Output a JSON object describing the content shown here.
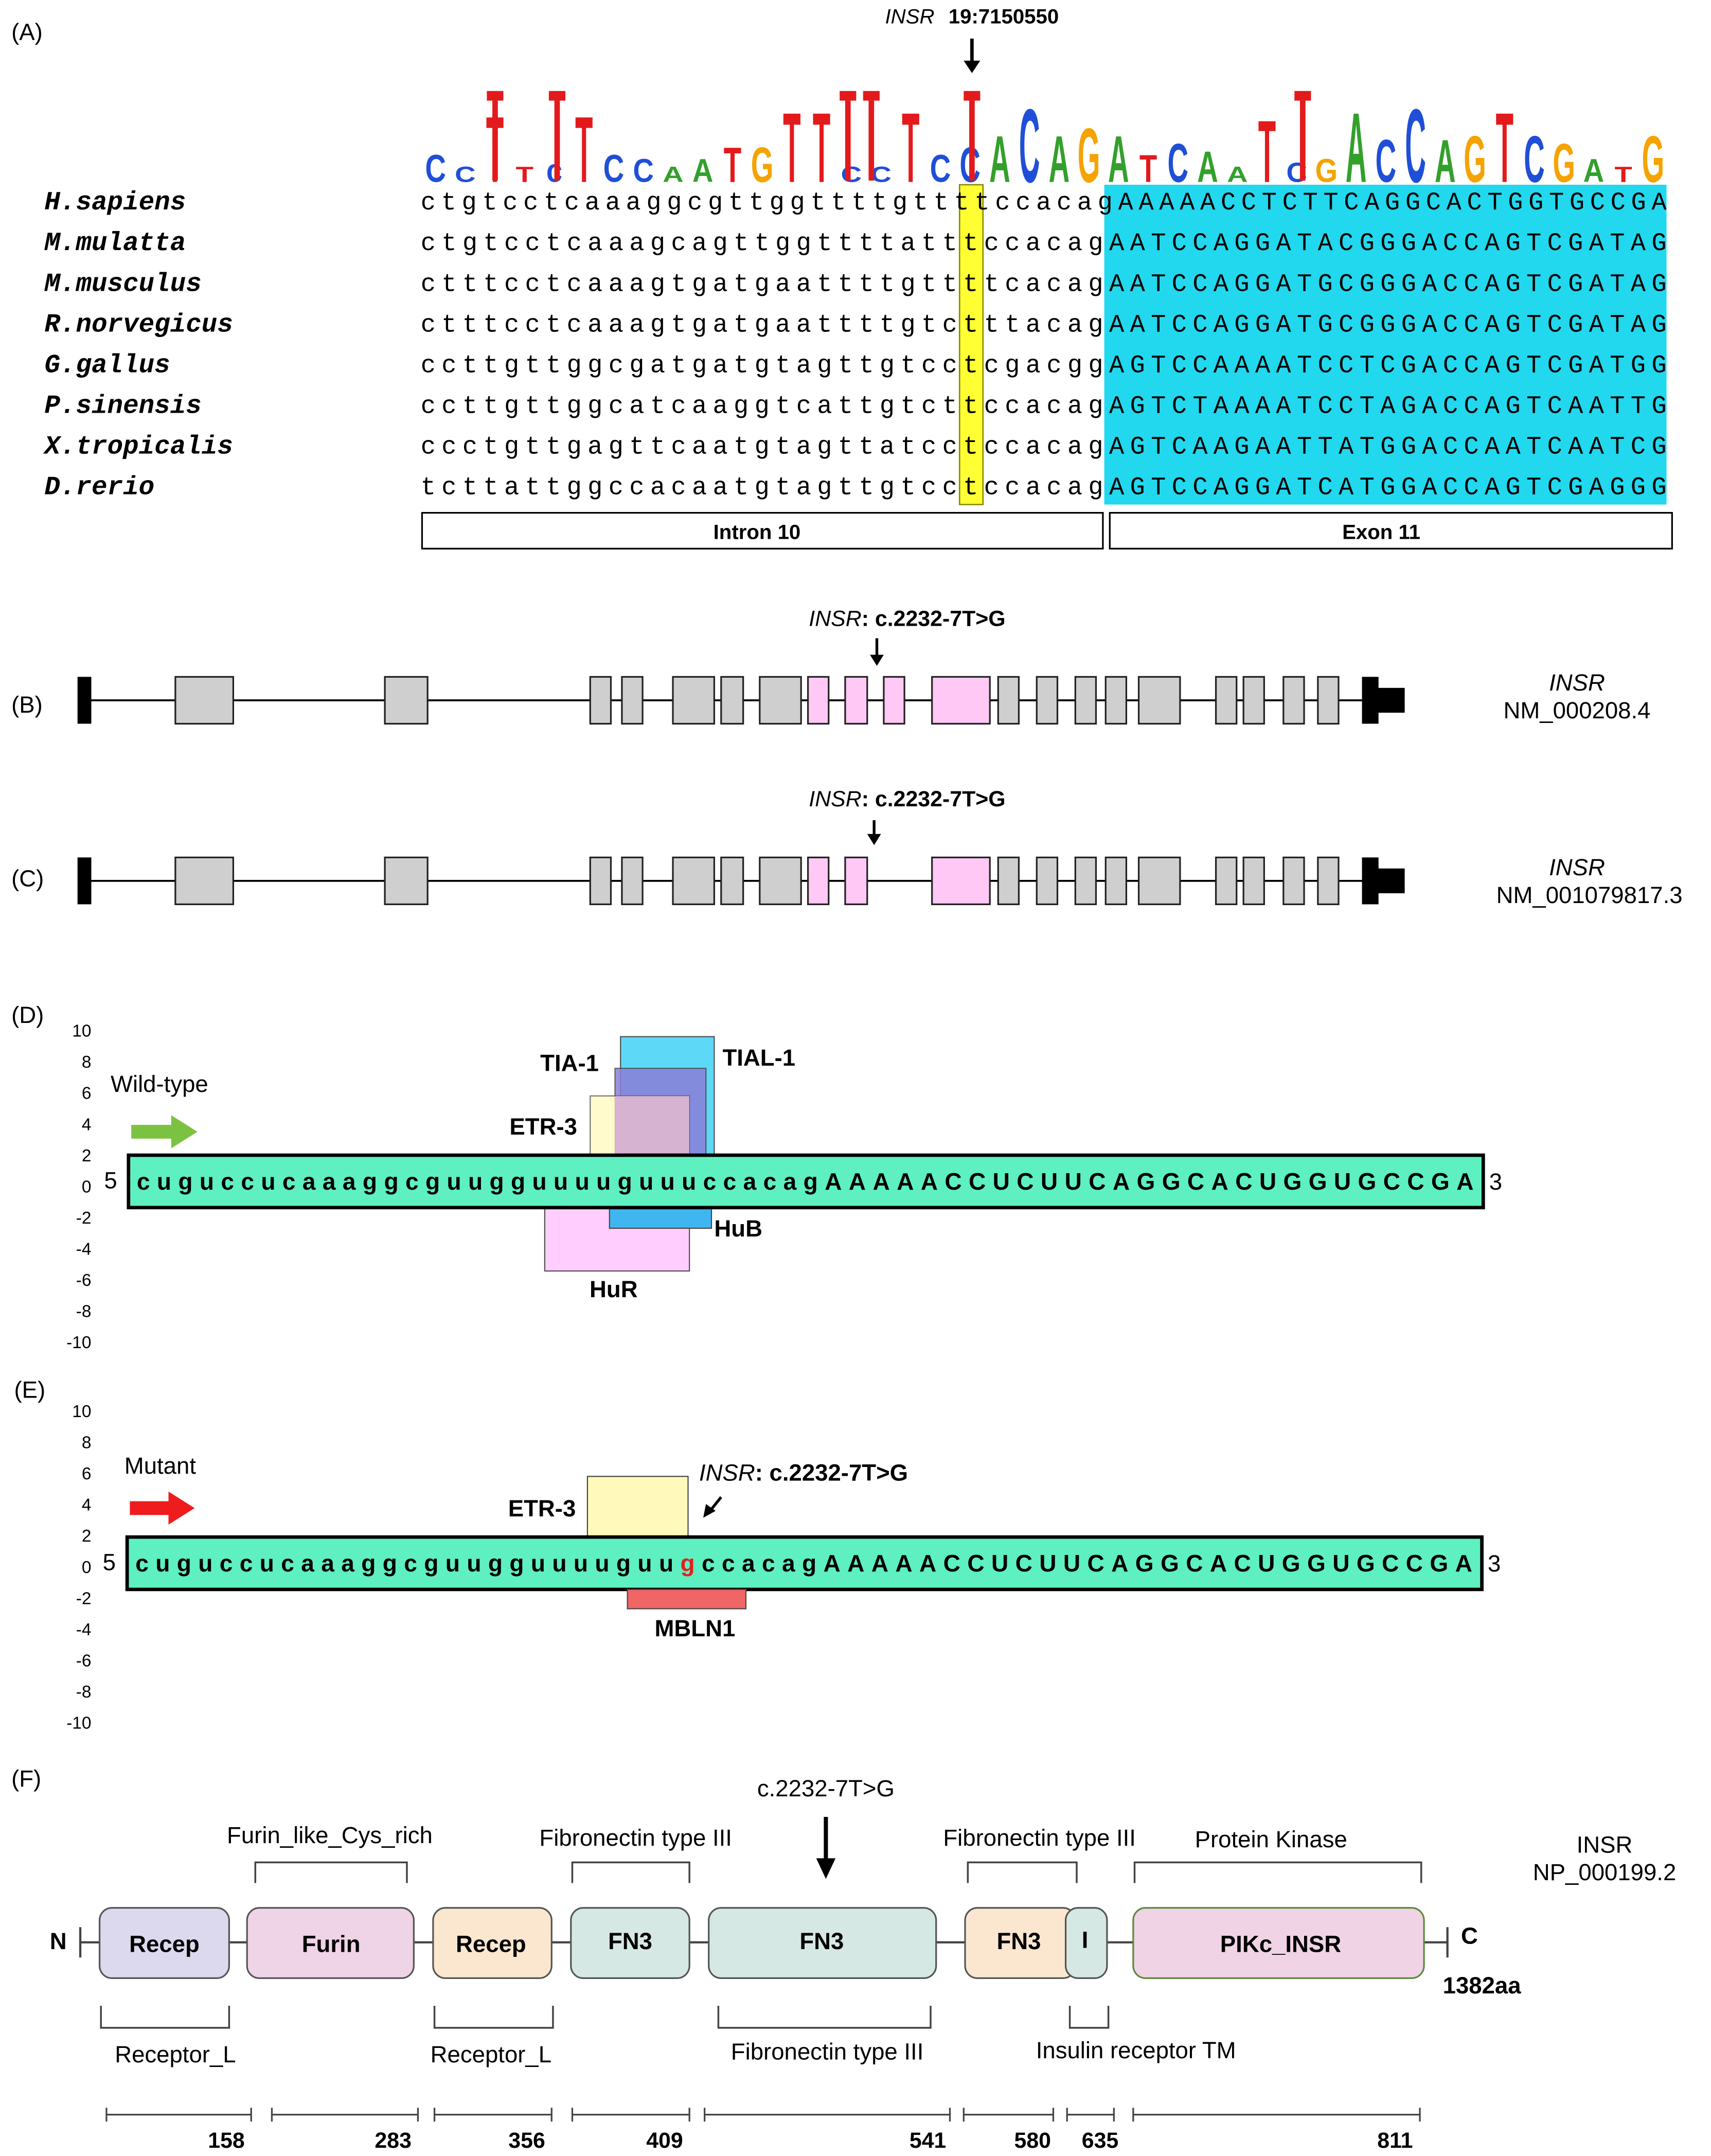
{
  "panels": {
    "A": {
      "label": "(A)",
      "gene": "INSR",
      "position": "19:7150550",
      "logo_letters": [
        "C",
        "C",
        "T",
        "T",
        "c",
        "T",
        "C",
        "C",
        "A",
        "A",
        "T",
        "G",
        "T",
        "T",
        "C",
        "C",
        "T",
        "C",
        "C",
        "A",
        "C",
        "A",
        "G",
        "A",
        "T",
        "C",
        "A",
        "A",
        "T",
        "C",
        "G",
        "A",
        "C",
        "C",
        "A",
        "G",
        "T",
        "C",
        "G",
        "A",
        "T",
        "G"
      ],
      "species": [
        {
          "name": "H.sapiens",
          "intron": "ctgtcctcaaaggcgttggtttt",
          "intron_mid": "gttt",
          "site": "t",
          "intron_tail": "ccacag",
          "exon": "AAAAACCTCTTCAGGCACTGGTGCCGA"
        },
        {
          "name": "M.mulatta",
          "intron": "ctgtcctcaaagcagttggttt",
          "intron_mid": "tatt",
          "site": "t",
          "intron_tail": "ccacag",
          "exon": "AATCCAGGATACGGGACCAGTCGATAG"
        },
        {
          "name": "M.musculus",
          "intron": "ctttcctcaaagtgatgaattt",
          "intron_mid": "tgtt",
          "site": "t",
          "intron_tail": "tcacag",
          "exon": "AATCCAGGATGCGGGACCAGTCGATAG"
        },
        {
          "name": "R.norvegicus",
          "intron": "ctttcctcaaagtgatgaattt",
          "intron_mid": "tgtc",
          "site": "t",
          "intron_tail": "ttacag",
          "exon": "AATCCAGGATGCGGGACCAGTCGATAG"
        },
        {
          "name": "G.gallus",
          "intron": "ccttgttggcgatgatgtagtt",
          "intron_mid": "gtcc",
          "site": "t",
          "intron_tail": "cgacgg",
          "exon": "AGTCCAAAATCCTCGACCAGTCGATGG"
        },
        {
          "name": "P.sinensis",
          "intron": "ccttgttggcatcaaggtcatt",
          "intron_mid": "gtct",
          "site": "t",
          "intron_tail": "ccacag",
          "exon": "AGTCTAAAATCCTAGACCAGTCAATTG"
        },
        {
          "name": "X.tropicalis",
          "intron": "ccctgttgagttcaatgtagtt",
          "intron_mid": "atcc",
          "site": "t",
          "intron_tail": "ccacag",
          "exon": "AGTCAAGAATTATGGACCAATCAATCG"
        },
        {
          "name": "D.rerio",
          "intron": "tcttattggccacaatgtagtt",
          "intron_mid": "gtcc",
          "site": "t",
          "intron_tail": "ccacag",
          "exon": "AGTCCAGGATCATGGACCAGTCGAGGG"
        }
      ],
      "intron_label": "Intron 10",
      "exon_label": "Exon 11"
    },
    "B": {
      "label": "(B)",
      "variant_gene": "INSR",
      "variant": ": c.2232-7T>G",
      "gene": "INSR",
      "transcript": "NM_000208.4"
    },
    "C": {
      "label": "(C)",
      "variant_gene": "INSR",
      "variant": ": c.2232-7T>G",
      "gene": "INSR",
      "transcript": "NM_001079817.3"
    },
    "D": {
      "label": "(D)",
      "y_ticks": [
        "10",
        "8",
        "6",
        "4",
        "2",
        "0",
        "-2",
        "-4",
        "-6",
        "-8",
        "-10"
      ],
      "arrow_label": "Wild-type",
      "end5": "5",
      "end3": "3",
      "seq_intron": "cuguccucaaaggcguugguuuuguuuccacag",
      "seq_exon": "AAAAACCUCUUCAGGCACUGGUGCCGA",
      "proteins": [
        "TIA-1",
        "TIAL-1",
        "ETR-3",
        "HuB",
        "HuR"
      ],
      "colors": {
        "seq_fill": "#5ef0c1",
        "arrow": "#7cc242"
      }
    },
    "E": {
      "label": "(E)",
      "y_ticks": [
        "10",
        "8",
        "6",
        "4",
        "2",
        "0",
        "-2",
        "-4",
        "-6",
        "-8",
        "-10"
      ],
      "arrow_label": "Mutant",
      "end5": "5",
      "end3": "3",
      "seq_before": "cuguccucaaaggcguugguuuuguu",
      "seq_mut": "g",
      "seq_after_intron": "ccacag",
      "seq_exon": "AAAAACCUCUUCAGGCACUGGUGCCGA",
      "variant_gene": "INSR",
      "variant": ": c.2232-7T>G",
      "proteins": [
        "ETR-3",
        "MBLN1"
      ],
      "colors": {
        "arrow": "#ee1c1c",
        "mut": "#e0201f"
      }
    },
    "F": {
      "label": "(F)",
      "variant": "c.2232-7T>G",
      "protein": "INSR",
      "accession": "NP_000199.2",
      "n_term": "N",
      "c_term": "C",
      "length": "1382aa",
      "top_labels": [
        "Furin_like_Cys_rich",
        "Fibronectin type III",
        "Fibronectin type III",
        "Protein Kinase"
      ],
      "domains": [
        "Recep",
        "Furin",
        "Recep",
        "FN3",
        "FN3",
        "FN3",
        "I",
        "PIKc_INSR"
      ],
      "bottom_labels": [
        "Receptor_L",
        "Receptor_L",
        "Fibronectin type III",
        "Insulin receptor TM"
      ],
      "positions": [
        "158",
        "283",
        "356",
        "409",
        "541",
        "580",
        "635",
        "811"
      ]
    }
  }
}
